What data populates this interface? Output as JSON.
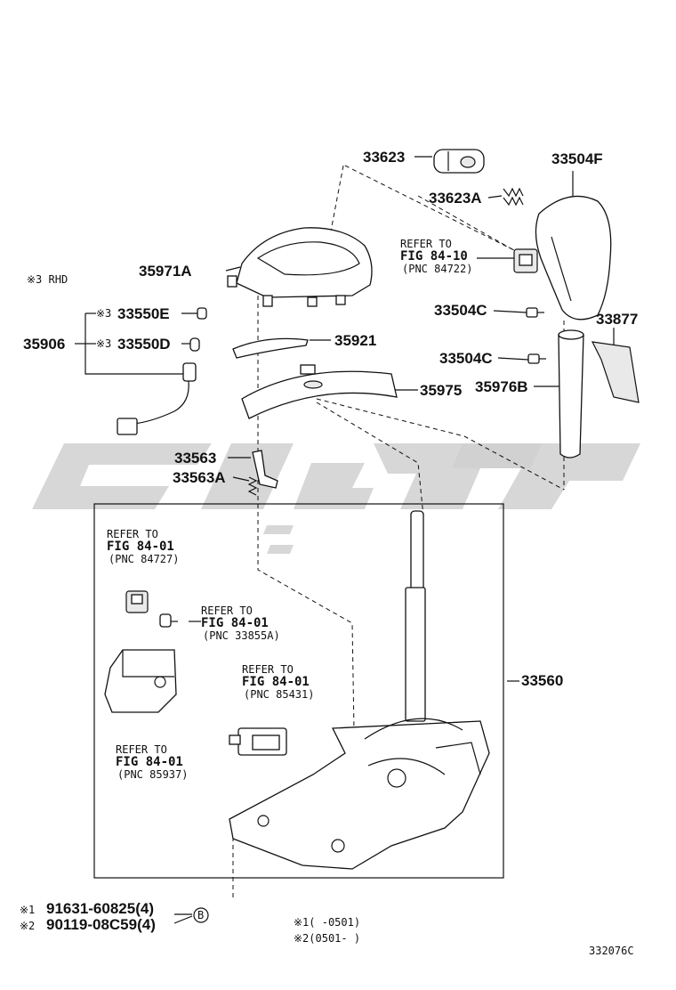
{
  "labels": {
    "p33623": "33623",
    "p33504F": "33504F",
    "p33623A": "33623A",
    "p35971A": "35971A",
    "p33504C_a": "33504C",
    "p33877": "33877",
    "p33550E": "33550E",
    "p33550D": "33550D",
    "p35906": "35906",
    "p35921": "35921",
    "p33504C_b": "33504C",
    "p35976B": "35976B",
    "p35975": "35975",
    "p33563": "33563",
    "p33563A": "33563A",
    "p33560": "33560",
    "mark3_e": "※3",
    "mark3_d": "※3",
    "rhd_note": "※3 RHD",
    "diagram_id": "332076C"
  },
  "refs": {
    "r1": {
      "l1": "REFER TO",
      "l2": "FIG 84-10",
      "l3": "(PNC 84722)"
    },
    "r2": {
      "l1": "REFER TO",
      "l2": "FIG 84-01",
      "l3": "(PNC 84727)"
    },
    "r3": {
      "l1": "REFER TO",
      "l2": "FIG 84-01",
      "l3": "(PNC 33855A)"
    },
    "r4": {
      "l1": "REFER TO",
      "l2": "FIG 84-01",
      "l3": "(PNC 85431)"
    },
    "r5": {
      "l1": "REFER TO",
      "l2": "FIG 84-01",
      "l3": "(PNC 85937)"
    }
  },
  "footer": {
    "b1_mark": "※1",
    "b1_part": "91631-60825(4)",
    "b2_mark": "※2",
    "b2_part": "90119-08C59(4)",
    "circle_label": "B",
    "n1": "※1(    -0501)",
    "n2": "※2(0501-    )"
  }
}
